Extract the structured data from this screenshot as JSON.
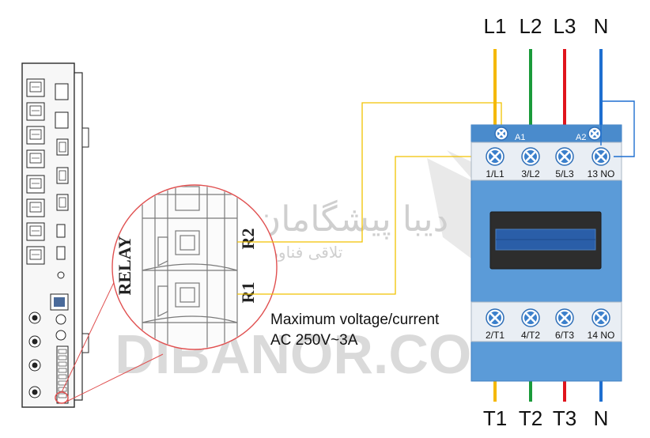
{
  "supply_labels": [
    "L1",
    "L2",
    "L3",
    "N"
  ],
  "output_labels": [
    "T1",
    "T2",
    "T3",
    "N"
  ],
  "top_terminals": [
    "1/L1",
    "3/L2",
    "5/L3",
    "13 NO"
  ],
  "bottom_terminals": [
    "2/T1",
    "4/T2",
    "6/T3",
    "14 NO"
  ],
  "coil_a1": "A1",
  "coil_a2": "A2",
  "relay_label": "RELAY",
  "relay_r1": "R1",
  "relay_r2": "R2",
  "note_line1": "Maximum voltage/current",
  "note_line2": "AC 250V~3A",
  "watermark_latin": "DIBANOR.COM",
  "watermark_persian": "دیبا پیشگامان نور",
  "watermark_persian_sub": "تلاقی فناوری و هنر",
  "colors": {
    "L1": "#f5b800",
    "L2": "#1a9a3a",
    "L3": "#e0141c",
    "N": "#1e6fd0",
    "contactor_body": "#5b9bd8",
    "contactor_top": "#7fb6ea",
    "signal_wire": "#f2c200"
  }
}
